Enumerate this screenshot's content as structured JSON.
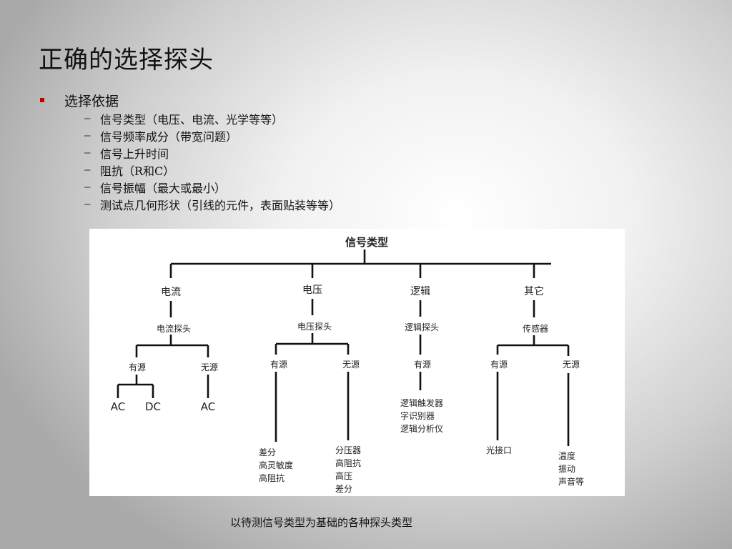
{
  "slide": {
    "title": "正确的选择探头",
    "bullet": "选择依据",
    "sub_items": [
      "信号类型（电压、电流、光学等等）",
      "信号频率成分（带宽问题）",
      "信号上升时间",
      "阻抗（R和C）",
      "信号振幅（最大或最小）",
      "测试点几何形状（引线的元件，表面贴装等等）"
    ],
    "caption": "以待测信号类型为基础的各种探头类型"
  },
  "diagram": {
    "root": "信号类型",
    "branches": {
      "current": {
        "label": "电流",
        "probe": "电流探头",
        "active": "有源",
        "passive": "无源",
        "active_ac": "AC",
        "active_dc": "DC",
        "passive_ac": "AC"
      },
      "voltage": {
        "label": "电压",
        "probe": "电压探头",
        "active": "有源",
        "passive": "无源",
        "active_items": [
          "差分",
          "高灵敏度",
          "高阻抗"
        ],
        "passive_items": [
          "分压器",
          "高阻抗",
          "高压",
          "差分"
        ]
      },
      "logic": {
        "label": "逻辑",
        "probe": "逻辑探头",
        "active": "有源",
        "active_items": [
          "逻辑触发器",
          "字识别器",
          "逻辑分析仪"
        ]
      },
      "other": {
        "label": "其它",
        "probe": "传感器",
        "active": "有源",
        "passive": "无源",
        "active_items": [
          "光接口"
        ],
        "passive_items": [
          "温度",
          "振动",
          "声音等"
        ]
      }
    }
  }
}
